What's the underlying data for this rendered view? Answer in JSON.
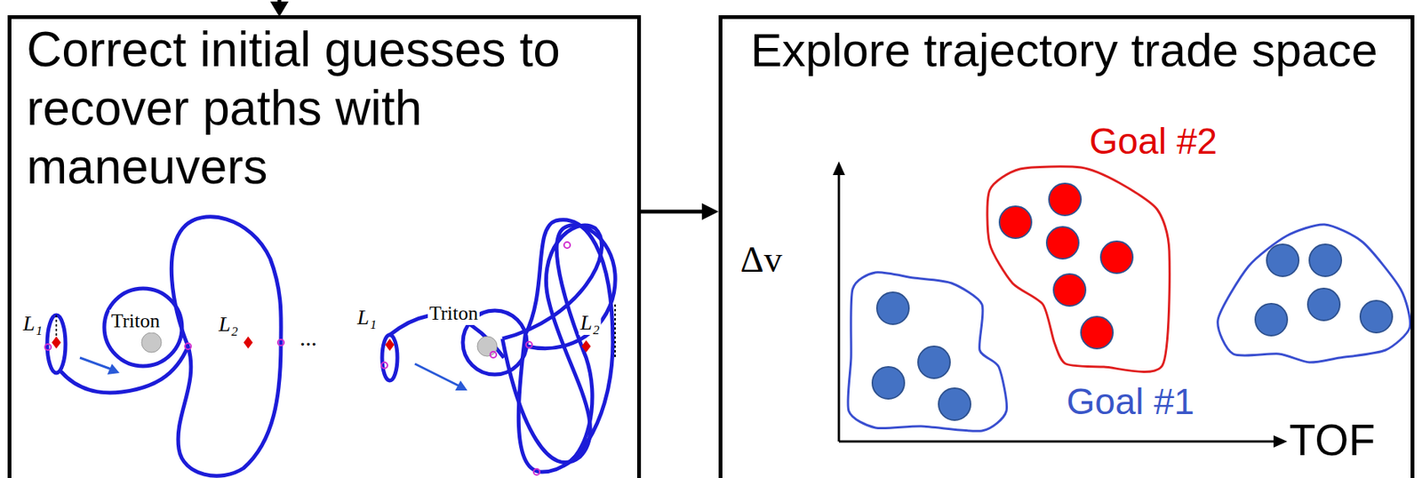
{
  "diagram": {
    "nodes": [
      {
        "text": [
          "Correct initial guesses to recover paths with maneuvers"
        ]
      },
      {
        "text": [
          "Explore trajectory trade space"
        ]
      }
    ],
    "edges": [
      {
        "from": 0,
        "to": 1,
        "arrow": "to"
      }
    ],
    "labels": [
      "L₁",
      "Triton",
      "L₂",
      "...",
      "L₁",
      "Triton",
      "L₂",
      "Δv",
      "TOF",
      "Goal #2",
      "Goal #1"
    ]
  }
}
